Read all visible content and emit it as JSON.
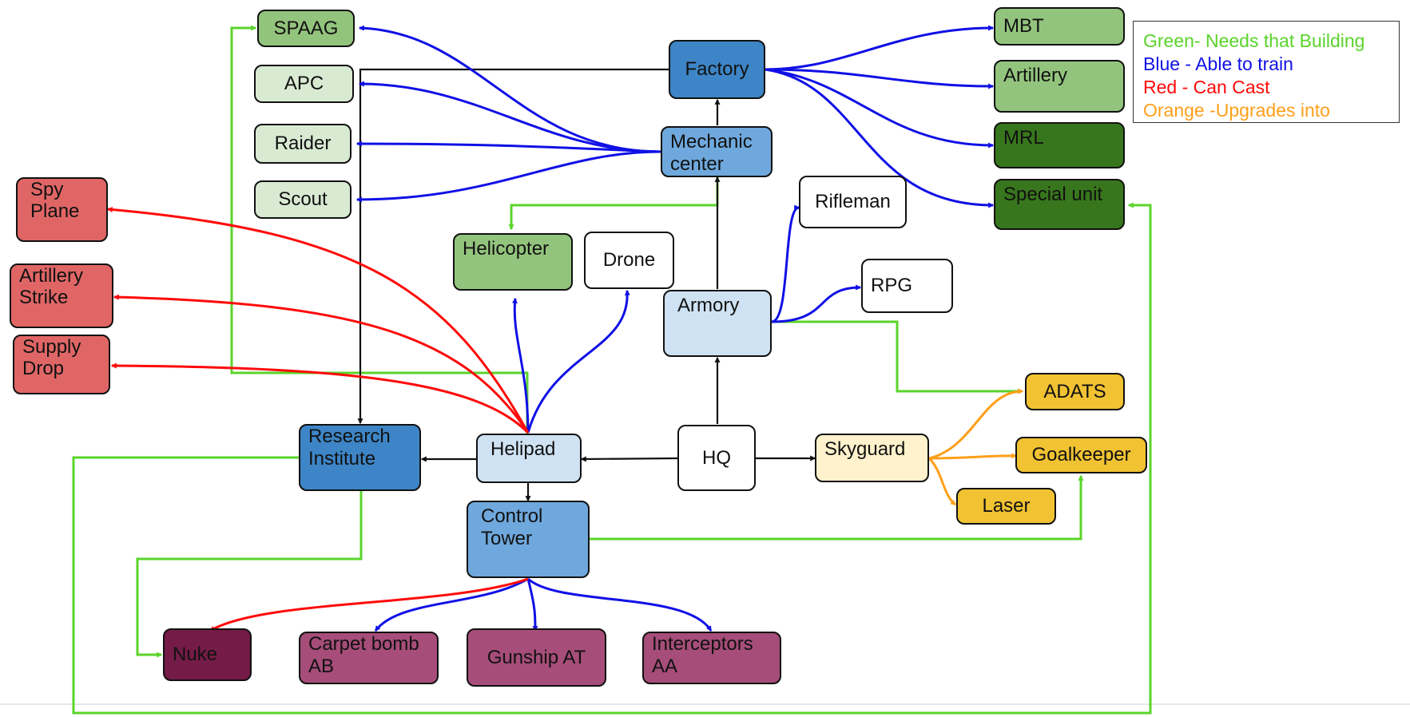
{
  "legend": [
    {
      "text": "Green- Needs that Building",
      "color": "#5ad42a"
    },
    {
      "text": "Blue - Able to train",
      "color": "#1010e6"
    },
    {
      "text": "Red - Can Cast",
      "color": "#ff0a0a"
    },
    {
      "text": "Orange -Upgrades into",
      "color": "#ff9f1a"
    }
  ],
  "nodes": {
    "spaag": "SPAAG",
    "apc": "APC",
    "raider": "Raider",
    "scout": "Scout",
    "factory": "Factory",
    "mechanic_center": "Mechanic center",
    "mbt": "MBT",
    "artillery": "Artillery",
    "mrl": "MRL",
    "special_unit": "Special unit",
    "spy_plane": "Spy Plane",
    "artillery_strike": "Artillery Strike",
    "supply_drop": "Supply Drop",
    "helicopter": "Helicopter",
    "drone": "Drone",
    "rifleman": "Rifleman",
    "rpg": "RPG",
    "armory": "Armory",
    "adats": "ADATS",
    "goalkeeper": "Goalkeeper",
    "laser": "Laser",
    "skyguard": "Skyguard",
    "hq": "HQ",
    "helipad": "Helipad",
    "research_institute": "Research Institute",
    "control_tower": "Control Tower",
    "nuke": "Nuke",
    "carpet_bomb_ab": "Carpet bomb AB",
    "gunship_at": "Gunship AT",
    "interceptors_aa": "Interceptors AA"
  },
  "colors": {
    "green_edge": "#5ad42a",
    "blue_edge": "#1010e6",
    "red_edge": "#ff0a0a",
    "orange_edge": "#ff9f1a",
    "black_edge": "#111111",
    "light_green": "#93c47d",
    "pale_green": "#d9ead3",
    "dark_green": "#38761d",
    "mid_blue": "#3d85c6",
    "light_blue": "#6fa8dc",
    "pale_blue": "#cfe2f3",
    "red_fill": "#e06666",
    "gold": "#f1c232",
    "cream": "#fff2cc",
    "maroon": "#741b47",
    "plum": "#a64d79",
    "white": "#ffffff"
  }
}
